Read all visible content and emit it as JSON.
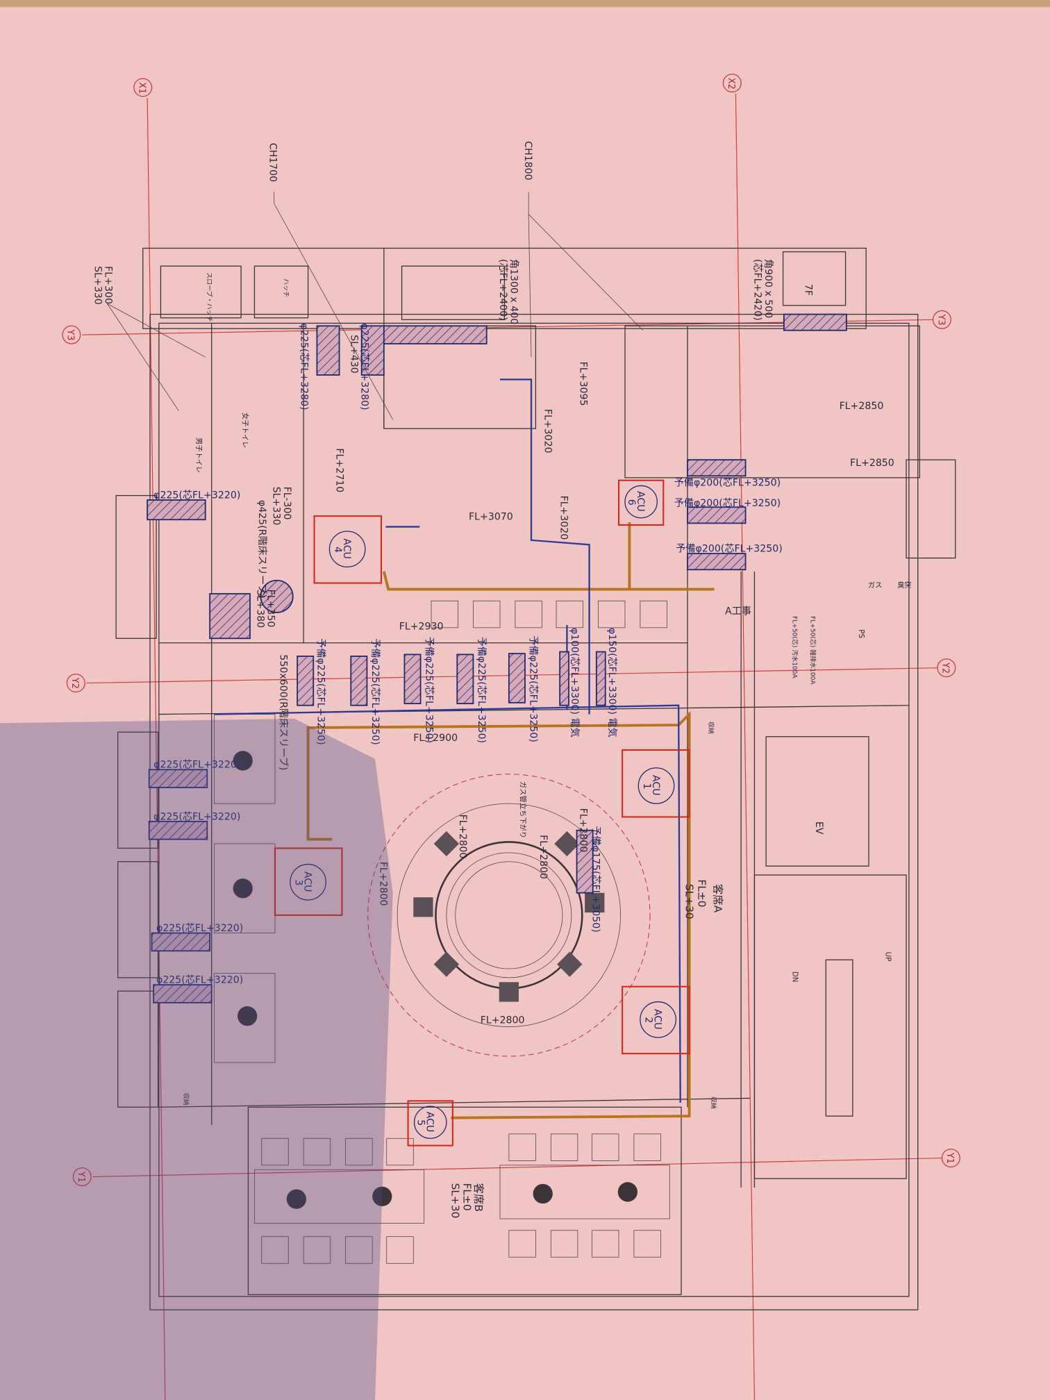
{
  "grid": {
    "x1": "X1",
    "x2": "X2",
    "y1": "Y1",
    "y2": "Y2",
    "y3": "Y3"
  },
  "ceiling": {
    "ch1700": "CH1700",
    "ch1800": "CH1800"
  },
  "ducts": {
    "d1300": "角1300 x 400",
    "d1300b": "(芯FL+2400)",
    "d900": "角900 x 500",
    "d900b": "(芯FL+2420)",
    "toilet1": "φ225(芯FL+3280)",
    "toilet2": "φ225(芯FL+3280)",
    "sl430": "SL+430",
    "spare200": [
      "予備φ200(芯FL+3250)",
      "予備φ200(芯FL+3250)",
      "予備φ200(芯FL+3250)"
    ],
    "wall225": [
      "φ225(芯FL+3220)",
      "φ225(芯FL+3220)",
      "φ225(芯FL+3220)",
      "φ225(芯FL+3220)",
      "φ225(芯FL+3220)"
    ],
    "spare225": [
      "予備φ225(芯FL+3250)",
      "予備φ225(芯FL+3250)",
      "予備φ225(芯FL+3250)",
      "予備φ225(芯FL+3250)",
      "予備φ225(芯FL+3250)"
    ],
    "phi100": "φ100(芯FL+3300) 電気",
    "phi150": "φ150(芯FL+3300) 電気",
    "sleeve550": "550x600(R階床スリーブ)",
    "sleeve425": "φ425(R階床スリーブ)",
    "spare175": "予備φ175(芯FL+3050)"
  },
  "levels": {
    "fl300": "FL+300",
    "sl330": "SL+330",
    "flm300": "FL-300",
    "slm330": "SL+330",
    "fl3095": "FL+3095",
    "fl3020": "FL+3020",
    "fl3020b": "FL+3020",
    "fl3070": "FL+3070",
    "fl2710": "FL+2710",
    "fl2850a": "FL+2850",
    "fl2850b": "FL+2850",
    "fl2930": "FL+2930",
    "fl2900": "FL+2900",
    "fl2800": [
      "FL+2800",
      "FL+2800",
      "FL+2800",
      "FL+2800",
      "FL+2800"
    ],
    "fl350": "FL+350",
    "sl380": "SL+380"
  },
  "rooms": {
    "mens": "男子トイレ",
    "womens": "女子トイレ",
    "seatA": "客席A",
    "seatA_fl": "FL±0",
    "seatA_sl": "SL+30",
    "seatB": "客席B",
    "seatB_fl": "FL±0",
    "seatB_sl": "SL+30",
    "storage": [
      "収納",
      "収納",
      "収納"
    ],
    "ev": "EV",
    "up": "UP",
    "dn": "DN",
    "ps": "PS",
    "a_work": "A工事",
    "gas": "ガス",
    "odor": "臭突",
    "waste": "FL+50(芯) 汚水100A",
    "drain": "FL+50(芯) 雑排水100A",
    "gas_pipe": "ガス管立ち下がり",
    "hatch": "ハッチ",
    "slope_hatch": "スロープ・ハッチ",
    "floor7": "7F"
  },
  "acu": [
    {
      "label": "ACU",
      "num": "1"
    },
    {
      "label": "ACU",
      "num": "2"
    },
    {
      "label": "ACU",
      "num": "3"
    },
    {
      "label": "ACU",
      "num": "4"
    },
    {
      "label": "ACU",
      "num": "5"
    },
    {
      "label": "ACU",
      "num": "6"
    }
  ],
  "colors": {
    "paper": "#f0c6c4",
    "duct": "#1f2a6e",
    "acu": "#d8261c",
    "refrigerant": "#b8741e",
    "grid": "#d23a3a"
  }
}
